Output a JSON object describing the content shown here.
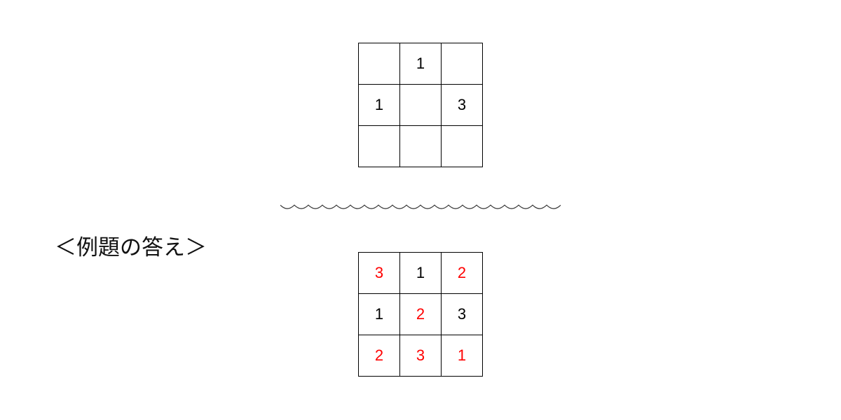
{
  "puzzle": {
    "rows": [
      [
        "",
        "1",
        ""
      ],
      [
        "1",
        "",
        "3"
      ],
      [
        "",
        "",
        ""
      ]
    ]
  },
  "answer_heading": "＜例題の答え＞",
  "answer": {
    "rows": [
      [
        {
          "value": "3",
          "given": false
        },
        {
          "value": "1",
          "given": true
        },
        {
          "value": "2",
          "given": false
        }
      ],
      [
        {
          "value": "1",
          "given": true
        },
        {
          "value": "2",
          "given": false
        },
        {
          "value": "3",
          "given": true
        }
      ],
      [
        {
          "value": "2",
          "given": false
        },
        {
          "value": "3",
          "given": false
        },
        {
          "value": "1",
          "given": false
        }
      ]
    ]
  },
  "colors": {
    "given": "#000000",
    "filled": "#ff0000"
  },
  "divider_icon": "wavy-line"
}
